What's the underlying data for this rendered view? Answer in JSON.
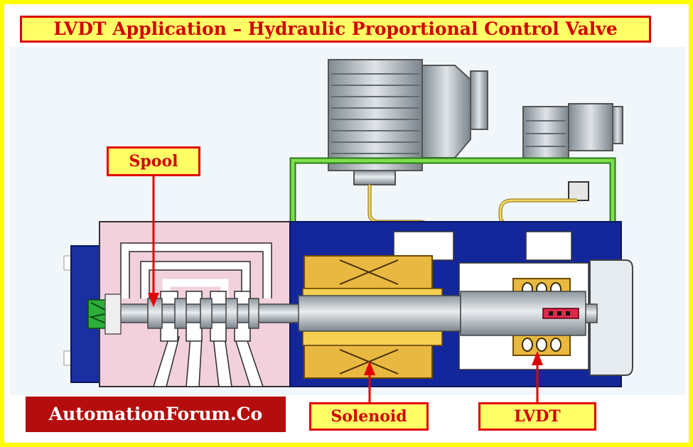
{
  "title": "LVDT Application – Hydraulic Proportional Control Valve",
  "labels": {
    "spool": "Spool",
    "solenoid": "Solenoid",
    "lvdt": "LVDT"
  },
  "brand": "AutomationForum.Co",
  "colors": {
    "frame": "#ffff00",
    "label_bg": "#ffff66",
    "label_border": "#e00000",
    "label_text": "#d00000",
    "brand_bg": "#b50d0d",
    "valve_body": "#f2d0dc",
    "housing": "#13279a",
    "coil": "#e8b840",
    "wire": "#6ed33a"
  }
}
